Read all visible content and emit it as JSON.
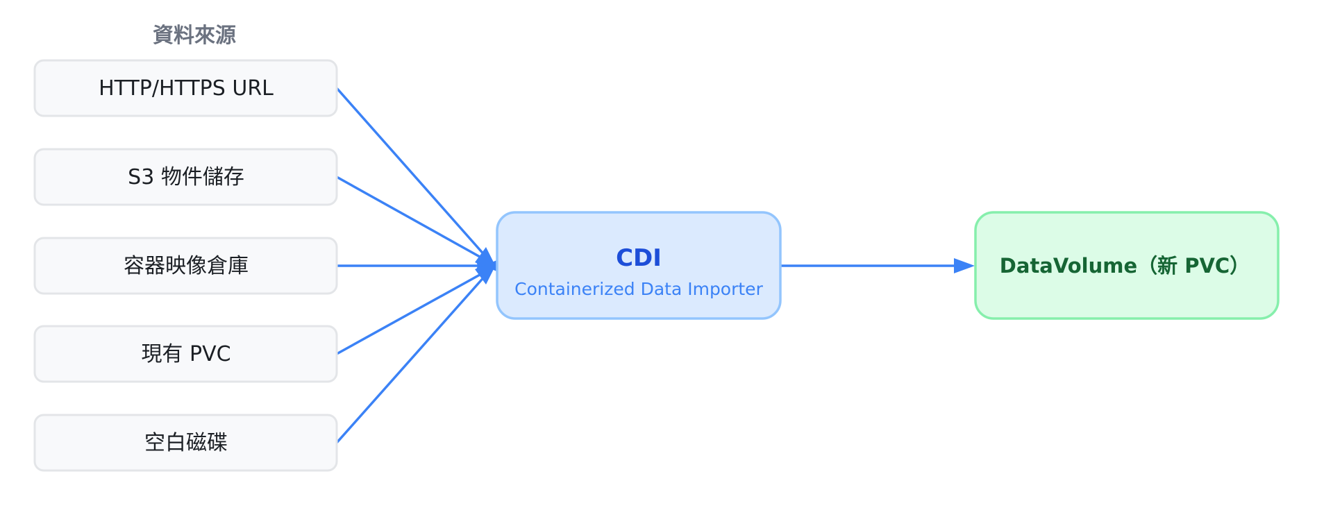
{
  "section_title": "資料來源",
  "sources": [
    {
      "label": "HTTP/HTTPS URL"
    },
    {
      "label": "S3 物件儲存"
    },
    {
      "label": "容器映像倉庫"
    },
    {
      "label": "現有 PVC"
    },
    {
      "label": "空白磁碟"
    }
  ],
  "cdi": {
    "title": "CDI",
    "subtitle": "Containerized Data Importer"
  },
  "target": {
    "label": "DataVolume（新 PVC）"
  },
  "colors": {
    "edge": "#3b82f6",
    "source_fill": "#f8f9fb",
    "source_border": "#e3e5e8",
    "cdi_fill": "#dbeafe",
    "cdi_border": "#93c5fd",
    "target_fill": "#dcfce7",
    "target_border": "#86efac"
  }
}
